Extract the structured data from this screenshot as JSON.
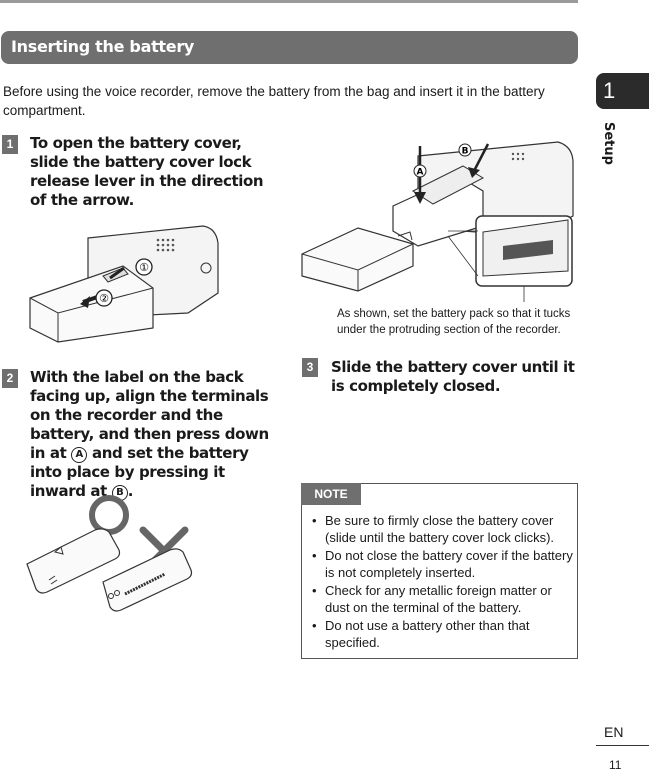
{
  "section_title": "Inserting the battery",
  "intro": "Before using the voice recorder, remove the battery from the bag and insert it in the battery compartment.",
  "steps": [
    {
      "num": "1",
      "text": "To open the battery cover, slide the battery cover lock release lever in the direction of the arrow."
    },
    {
      "num": "2",
      "text_a": "With the label on the back facing up, align the terminals on the recorder and the battery, and then press down in at",
      "mark_a": "A",
      "text_b": "and set the battery into place by pressing it inward at",
      "mark_b": "B",
      "text_end": "."
    },
    {
      "num": "3",
      "text": "Slide the battery cover until it is completely closed."
    }
  ],
  "figure1": {
    "callouts": [
      "①",
      "②"
    ]
  },
  "figure2": {
    "callouts": [
      "A",
      "B"
    ]
  },
  "caption": "As shown, set the battery pack so that it tucks under the protruding section of the recorder.",
  "note": {
    "label": "NOTE",
    "items": [
      "Be sure to firmly close the battery cover (slide until the battery cover lock clicks).",
      "Do not close the battery cover if the battery is not completely inserted.",
      "Check for any metallic foreign matter or dust on the terminal of the battery.",
      "Do not use a battery other than that specified."
    ]
  },
  "sidebar": {
    "chapter": "1",
    "label": "Setup"
  },
  "footer": {
    "lang": "EN",
    "page": "11"
  },
  "colors": {
    "bar": "#6f6f6f",
    "tab": "#2b2b2b",
    "ok": "#666666",
    "ng": "#666666"
  }
}
